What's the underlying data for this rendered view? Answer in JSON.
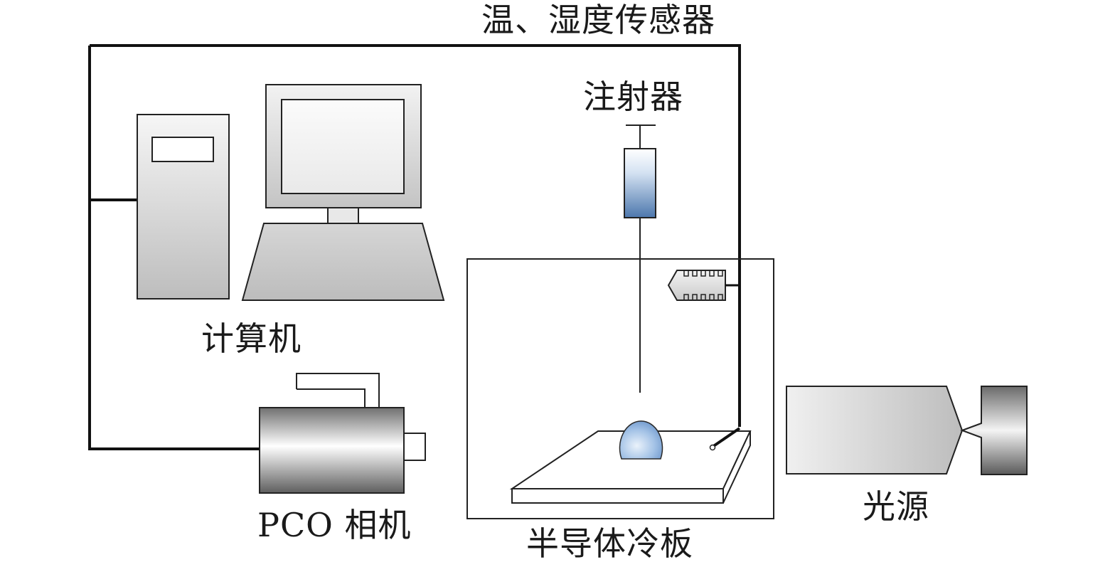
{
  "labels": {
    "sensor": "温、湿度传感器",
    "syringe": "注射器",
    "computer": "计算机",
    "camera": "PCO 相机",
    "cold_plate": "半导体冷板",
    "light_source": "光源"
  },
  "colors": {
    "line": "#111111",
    "device_gray": "#c8c8c8",
    "syringe_blue": "#5b83b6",
    "droplet_blue": "#8fb2dc"
  }
}
